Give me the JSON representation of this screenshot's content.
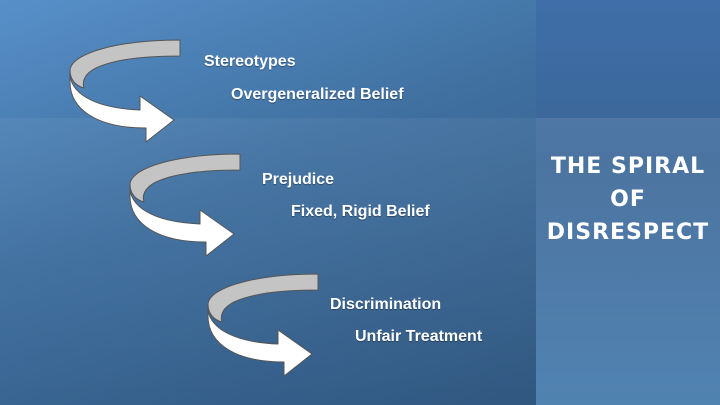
{
  "title": {
    "lines": [
      "THE SPIRAL",
      "OF",
      "DISRESPECT"
    ]
  },
  "steps": [
    {
      "term": "Stereotypes",
      "description": "Overgeneralized Belief"
    },
    {
      "term": "Prejudice",
      "description": "Fixed, Rigid Belief"
    },
    {
      "term": "Discrimination",
      "description": "Unfair Treatment"
    }
  ],
  "colors": {
    "background": "#3f6f9f",
    "panel": "#3a6697",
    "arrow_fill": "#ffffff",
    "arrow_inner": "#bfbfbf",
    "text": "#ffffff"
  }
}
